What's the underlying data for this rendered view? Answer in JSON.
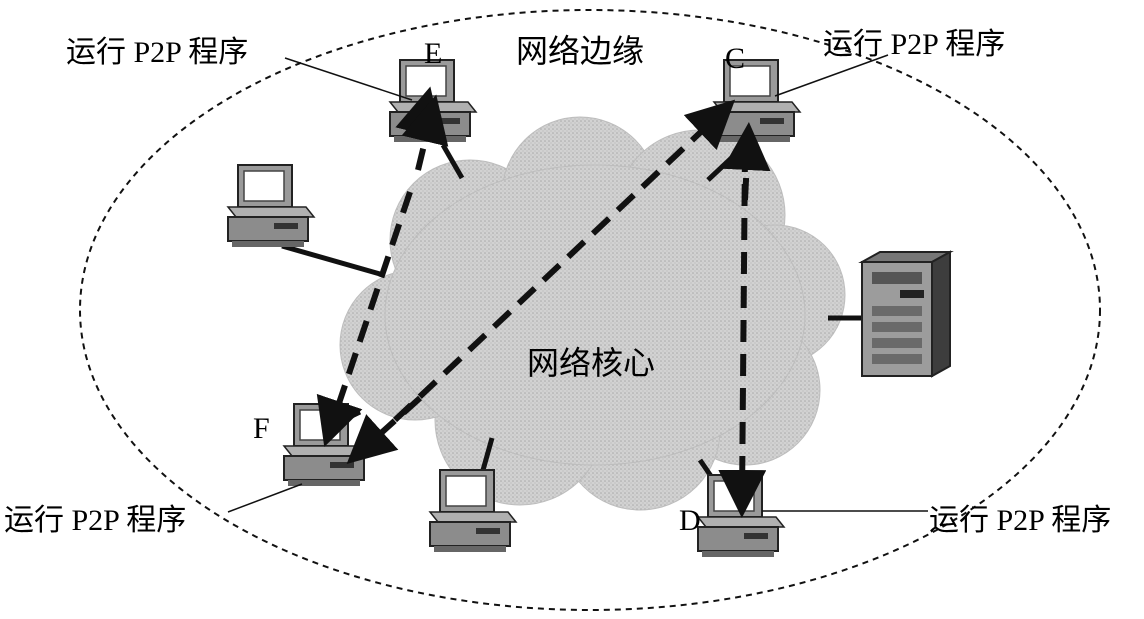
{
  "regions": {
    "edge": "网络边缘",
    "core": "网络核心"
  },
  "nodes": {
    "E": "E",
    "C": "C",
    "F": "F",
    "D": "D"
  },
  "annotations": {
    "E": "运行 P2P 程序",
    "C": "运行 P2P 程序",
    "F": "运行 P2P 程序",
    "D": "运行 P2P 程序"
  },
  "colors": {
    "cloud": "#c8c8c8",
    "cloud_edge": "#b4b4b4",
    "line": "#111111",
    "pc_body": "#9a9a9a",
    "pc_screen": "#ffffff"
  },
  "icons": {
    "host": "desktop-computer-icon",
    "server": "server-tower-icon"
  }
}
